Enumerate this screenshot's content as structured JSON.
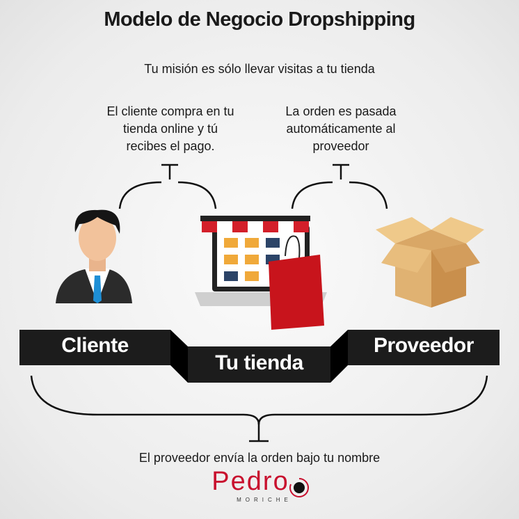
{
  "title": "Modelo de Negocio Dropshipping",
  "subtitle": "Tu misión es sólo llevar visitas a tu tienda",
  "notes": {
    "left": [
      "El cliente compra en tu",
      "tienda online y tú",
      "recibes el pago."
    ],
    "right": [
      "La orden es pasada",
      "automáticamente al",
      "proveedor"
    ]
  },
  "banner": {
    "cliente": "Cliente",
    "tienda": "Tu tienda",
    "proveedor": "Proveedor"
  },
  "footer": "El proveedor envía la orden bajo tu nombre",
  "logo": {
    "name": "Pedro",
    "sub": "MORICHE"
  },
  "colors": {
    "accent": "#c8102e",
    "band": "#1c1c1c",
    "box": "#d9a766"
  }
}
